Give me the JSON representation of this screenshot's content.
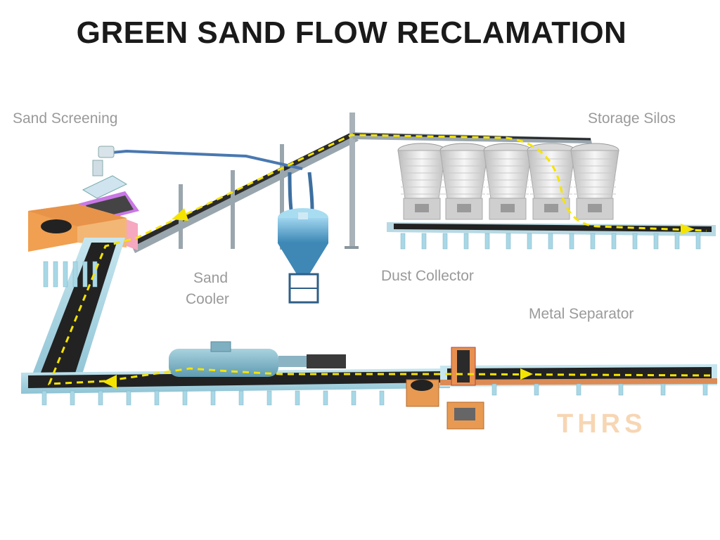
{
  "title": "GREEN SAND FLOW RECLAMATION",
  "labels": {
    "sand_screening": "Sand Screening",
    "storage_silos": "Storage Silos",
    "sand_cooler_line1": "Sand",
    "sand_cooler_line2": "Cooler",
    "dust_collector": "Dust Collector",
    "metal_separator": "Metal Separator"
  },
  "watermark": "THRS",
  "colors": {
    "flow_path": "#f5e400",
    "conveyor_frame": "#a8d8e6",
    "belt": "#1f1f1f",
    "hopper": "#f0a050",
    "screen": "#b070d0",
    "cooler": "#7fb8cc",
    "collector": "#5aa8d0",
    "silo": "#e8e8e8",
    "watermark": "#f6cfa8"
  },
  "stages": [
    "Metal Separator",
    "Sand Cooler",
    "Sand Screening",
    "Storage Silos"
  ]
}
